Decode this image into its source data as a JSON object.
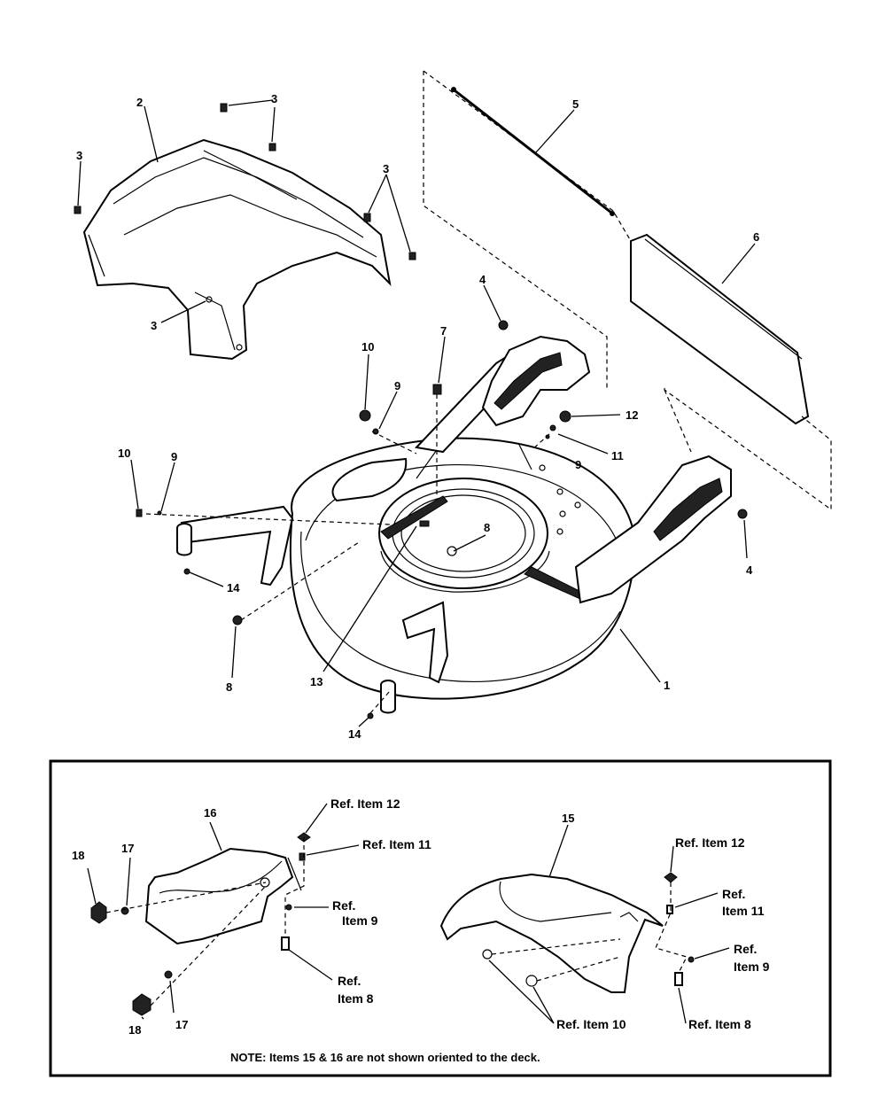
{
  "callouts": {
    "c1": "1",
    "c2": "2",
    "c3a": "3",
    "c3b": "3",
    "c3c": "3",
    "c3d": "3",
    "c4a": "4",
    "c4b": "4",
    "c5": "5",
    "c6": "6",
    "c7": "7",
    "c8a": "8",
    "c8b": "8",
    "c9a": "9",
    "c9b": "9",
    "c9c": "9",
    "c10a": "10",
    "c10b": "10",
    "c11": "11",
    "c12": "12",
    "c13": "13",
    "c14a": "14",
    "c14b": "14",
    "c15": "15",
    "c16": "16",
    "c17a": "17",
    "c17b": "17",
    "c18a": "18",
    "c18b": "18"
  },
  "inset": {
    "ref12_left": "Ref. Item 12",
    "ref11_left": "Ref. Item 11",
    "ref9_left_l1": "Ref.",
    "ref9_left_l2": "Item 9",
    "ref8_left_l1": "Ref.",
    "ref8_left_l2": "Item 8",
    "ref12_right": "Ref. Item 12",
    "ref11_right_l1": "Ref.",
    "ref11_right_l2": "Item 11",
    "ref9_right_l1": "Ref.",
    "ref9_right_l2": "Item 9",
    "ref10_right": "Ref. Item 10",
    "ref8_right": "Ref. Item 8",
    "note": "NOTE: Items 15 & 16 are not shown oriented to the deck."
  }
}
